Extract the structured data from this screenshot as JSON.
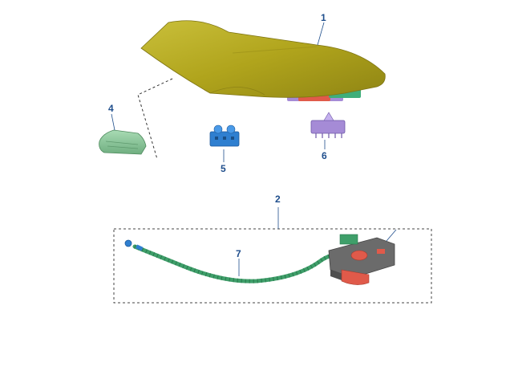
{
  "callouts": {
    "part1": "1",
    "part2": "2",
    "part4": "4",
    "part5": "5",
    "part6": "6",
    "part7": "7"
  },
  "colors": {
    "label": "#1f4e8c",
    "seat_cushion": "#b5a81e",
    "module_green": "#7fbf8f",
    "clip_blue": "#2f7fd0",
    "clip_purple": "#a58bd6",
    "cable_green": "#3f9f6a",
    "motor_grey": "#6b6b6b",
    "motor_red": "#e05a4a"
  }
}
